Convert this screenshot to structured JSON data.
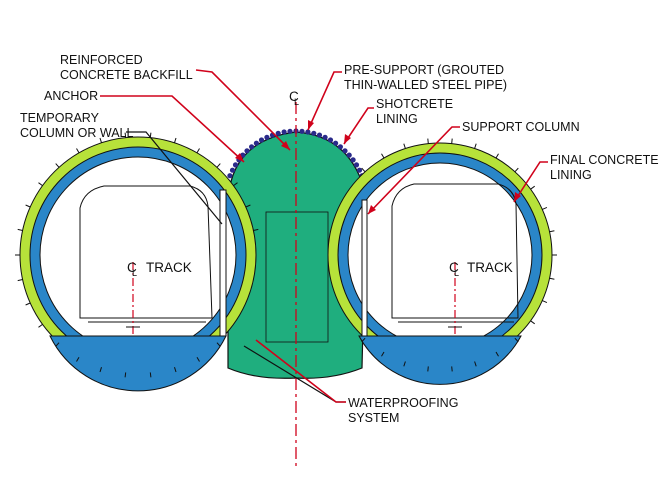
{
  "labels": {
    "backfill_line1": "REINFORCED",
    "backfill_line2": "CONCRETE BACKFILL",
    "anchor": "ANCHOR",
    "temp_line1": "TEMPORARY",
    "temp_line2": "COLUMN OR WALL",
    "presupport_line1": "PRE-SUPPORT (GROUTED",
    "presupport_line2": "THIN-WALLED STEEL PIPE)",
    "shotcrete_line1": "SHOTCRETE",
    "shotcrete_line2": "LINING",
    "support_column": "SUPPORT COLUMN",
    "final_line1": "FINAL CONCRETE",
    "final_line2": "LINING",
    "waterproof_line1": "WATERPROOFING",
    "waterproof_line2": "SYSTEM",
    "track_left": "TRACK",
    "track_right": "TRACK",
    "cl_symbol": "C",
    "cl_sub": "L"
  },
  "colors": {
    "backfill": "#1fae7e",
    "shotcrete": "#b7e23a",
    "final_lining": "#2a86c8",
    "pipe": "#2a2a8a",
    "leader": "#d0021b",
    "outline": "#111111"
  }
}
